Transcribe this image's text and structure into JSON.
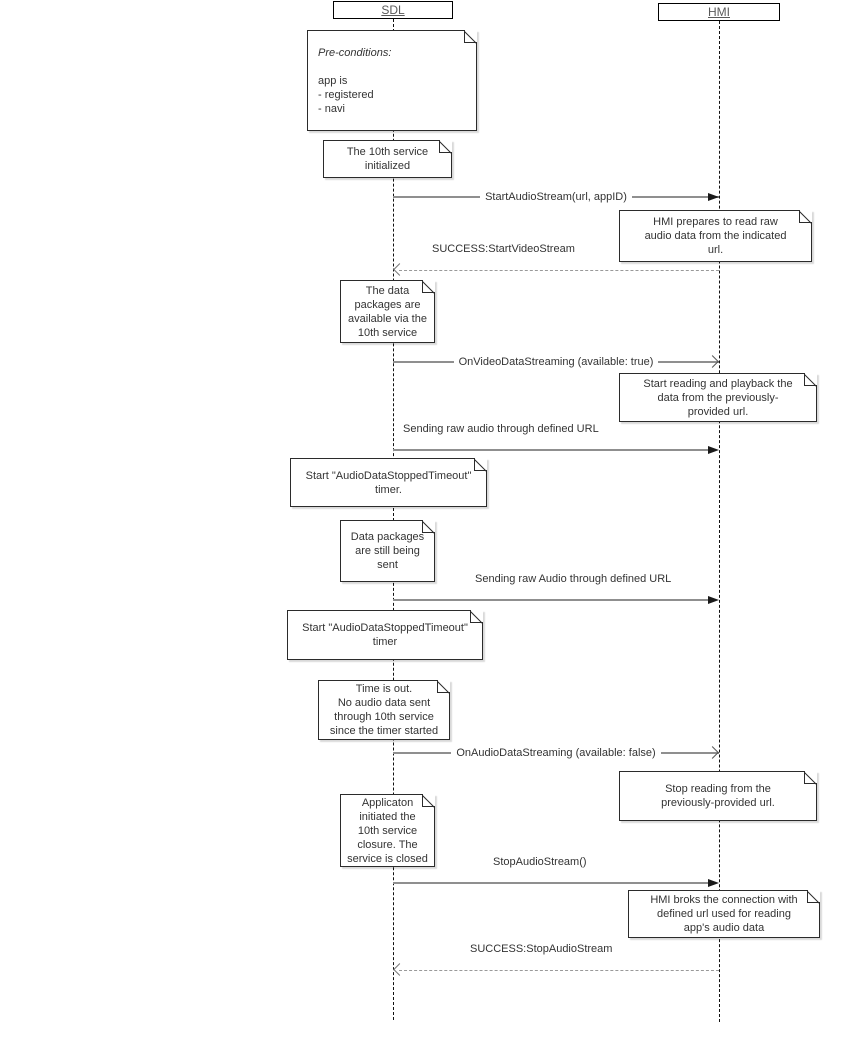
{
  "diagram": {
    "type": "uml-sequence",
    "actors": [
      {
        "id": "SDL",
        "label": "SDL"
      },
      {
        "id": "HMI",
        "label": "HMI"
      }
    ],
    "notes": {
      "preconditions": {
        "lifeline": "SDL",
        "title": "Pre-conditions:",
        "body": "app is\n- registered\n- navi"
      },
      "service_initialized": {
        "lifeline": "SDL",
        "text": "The 10th service\ninitialized"
      },
      "hmi_prepares": {
        "lifeline": "HMI",
        "text": "HMI prepares to read raw\naudio data from the indicated\nurl."
      },
      "data_packages_available": {
        "lifeline": "SDL",
        "text": "The data\npackages are\navailable via the\n10th service"
      },
      "start_reading": {
        "lifeline": "HMI",
        "text": "Start reading and playback the\ndata from the previously-\nprovided url."
      },
      "start_timer_first": {
        "lifeline": "SDL",
        "text": "Start \"AudioDataStoppedTimeout\"\ntimer."
      },
      "packages_still_sent": {
        "lifeline": "SDL",
        "text": "Data packages\nare still being\nsent"
      },
      "start_timer_second": {
        "lifeline": "SDL",
        "text": "Start \"AudioDataStoppedTimeout\"\ntimer"
      },
      "time_is_out": {
        "lifeline": "SDL",
        "text": "Time is out.\nNo audio data sent\nthrough 10th service\nsince the timer started"
      },
      "stop_reading": {
        "lifeline": "HMI",
        "text": "Stop reading from the\npreviously-provided url."
      },
      "app_closure": {
        "lifeline": "SDL",
        "text": "Applicaton\ninitiated the\n10th service\nclosure. The\nservice is closed"
      },
      "hmi_breaks": {
        "lifeline": "HMI",
        "text": "HMI broks the connection with\ndefined url used for reading\napp's audio data"
      }
    },
    "messages": [
      {
        "label": "StartAudioStream(url, appID)",
        "from": "SDL",
        "to": "HMI",
        "line": "solid",
        "head": "filled",
        "label_position": "inline"
      },
      {
        "label": "SUCCESS:StartVideoStream",
        "from": "HMI",
        "to": "SDL",
        "line": "dashed",
        "head": "open",
        "label_position": "above"
      },
      {
        "label": "OnVideoDataStreaming (available: true)",
        "from": "SDL",
        "to": "HMI",
        "line": "solid",
        "head": "open",
        "label_position": "inline"
      },
      {
        "label": "Sending raw audio through defined URL",
        "from": "SDL",
        "to": "HMI",
        "line": "solid",
        "head": "filled",
        "label_position": "above"
      },
      {
        "label": "Sending raw Audio through defined URL",
        "from": "SDL",
        "to": "HMI",
        "line": "solid",
        "head": "filled",
        "label_position": "above"
      },
      {
        "label": "OnAudioDataStreaming (available: false)",
        "from": "SDL",
        "to": "HMI",
        "line": "solid",
        "head": "open",
        "label_position": "inline"
      },
      {
        "label": "StopAudioStream()",
        "from": "SDL",
        "to": "HMI",
        "line": "solid",
        "head": "filled",
        "label_position": "above"
      },
      {
        "label": "SUCCESS:StopAudioStream",
        "from": "HMI",
        "to": "SDL",
        "line": "dashed",
        "head": "open",
        "label_position": "above"
      }
    ],
    "colors": {
      "background": "#ffffff",
      "message_line": "#8f8f8f",
      "dashed_line": "#999999",
      "arrowhead": "#1a1a1a",
      "text": "#333333",
      "border": "#2b2b2b"
    }
  }
}
